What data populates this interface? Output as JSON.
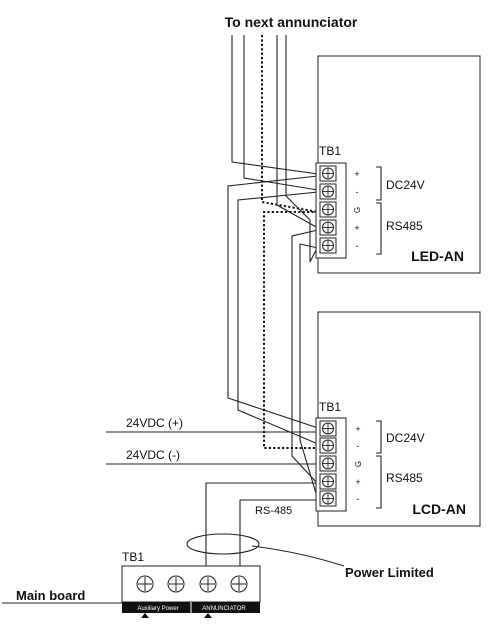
{
  "labels": {
    "top": "To next annunciator",
    "led_tb": "TB1",
    "led_dc": "DC24V",
    "led_rs": "RS485",
    "led_device": "LED-AN",
    "lcd_tb": "TB1",
    "lcd_dc": "DC24V",
    "lcd_rs": "RS485",
    "lcd_device": "LCD-AN",
    "vplus": "24VDC (+)",
    "vminus": "24VDC (-)",
    "rs485_wire": "RS-485",
    "power_limited": "Power Limited",
    "main_tb": "TB1",
    "main_board": "Main board",
    "aux_power": "Auxiliary Power",
    "annunciator": "ANNUNCIATOR"
  },
  "terminal_marks": [
    "+",
    "-",
    "G",
    "+",
    "-"
  ]
}
